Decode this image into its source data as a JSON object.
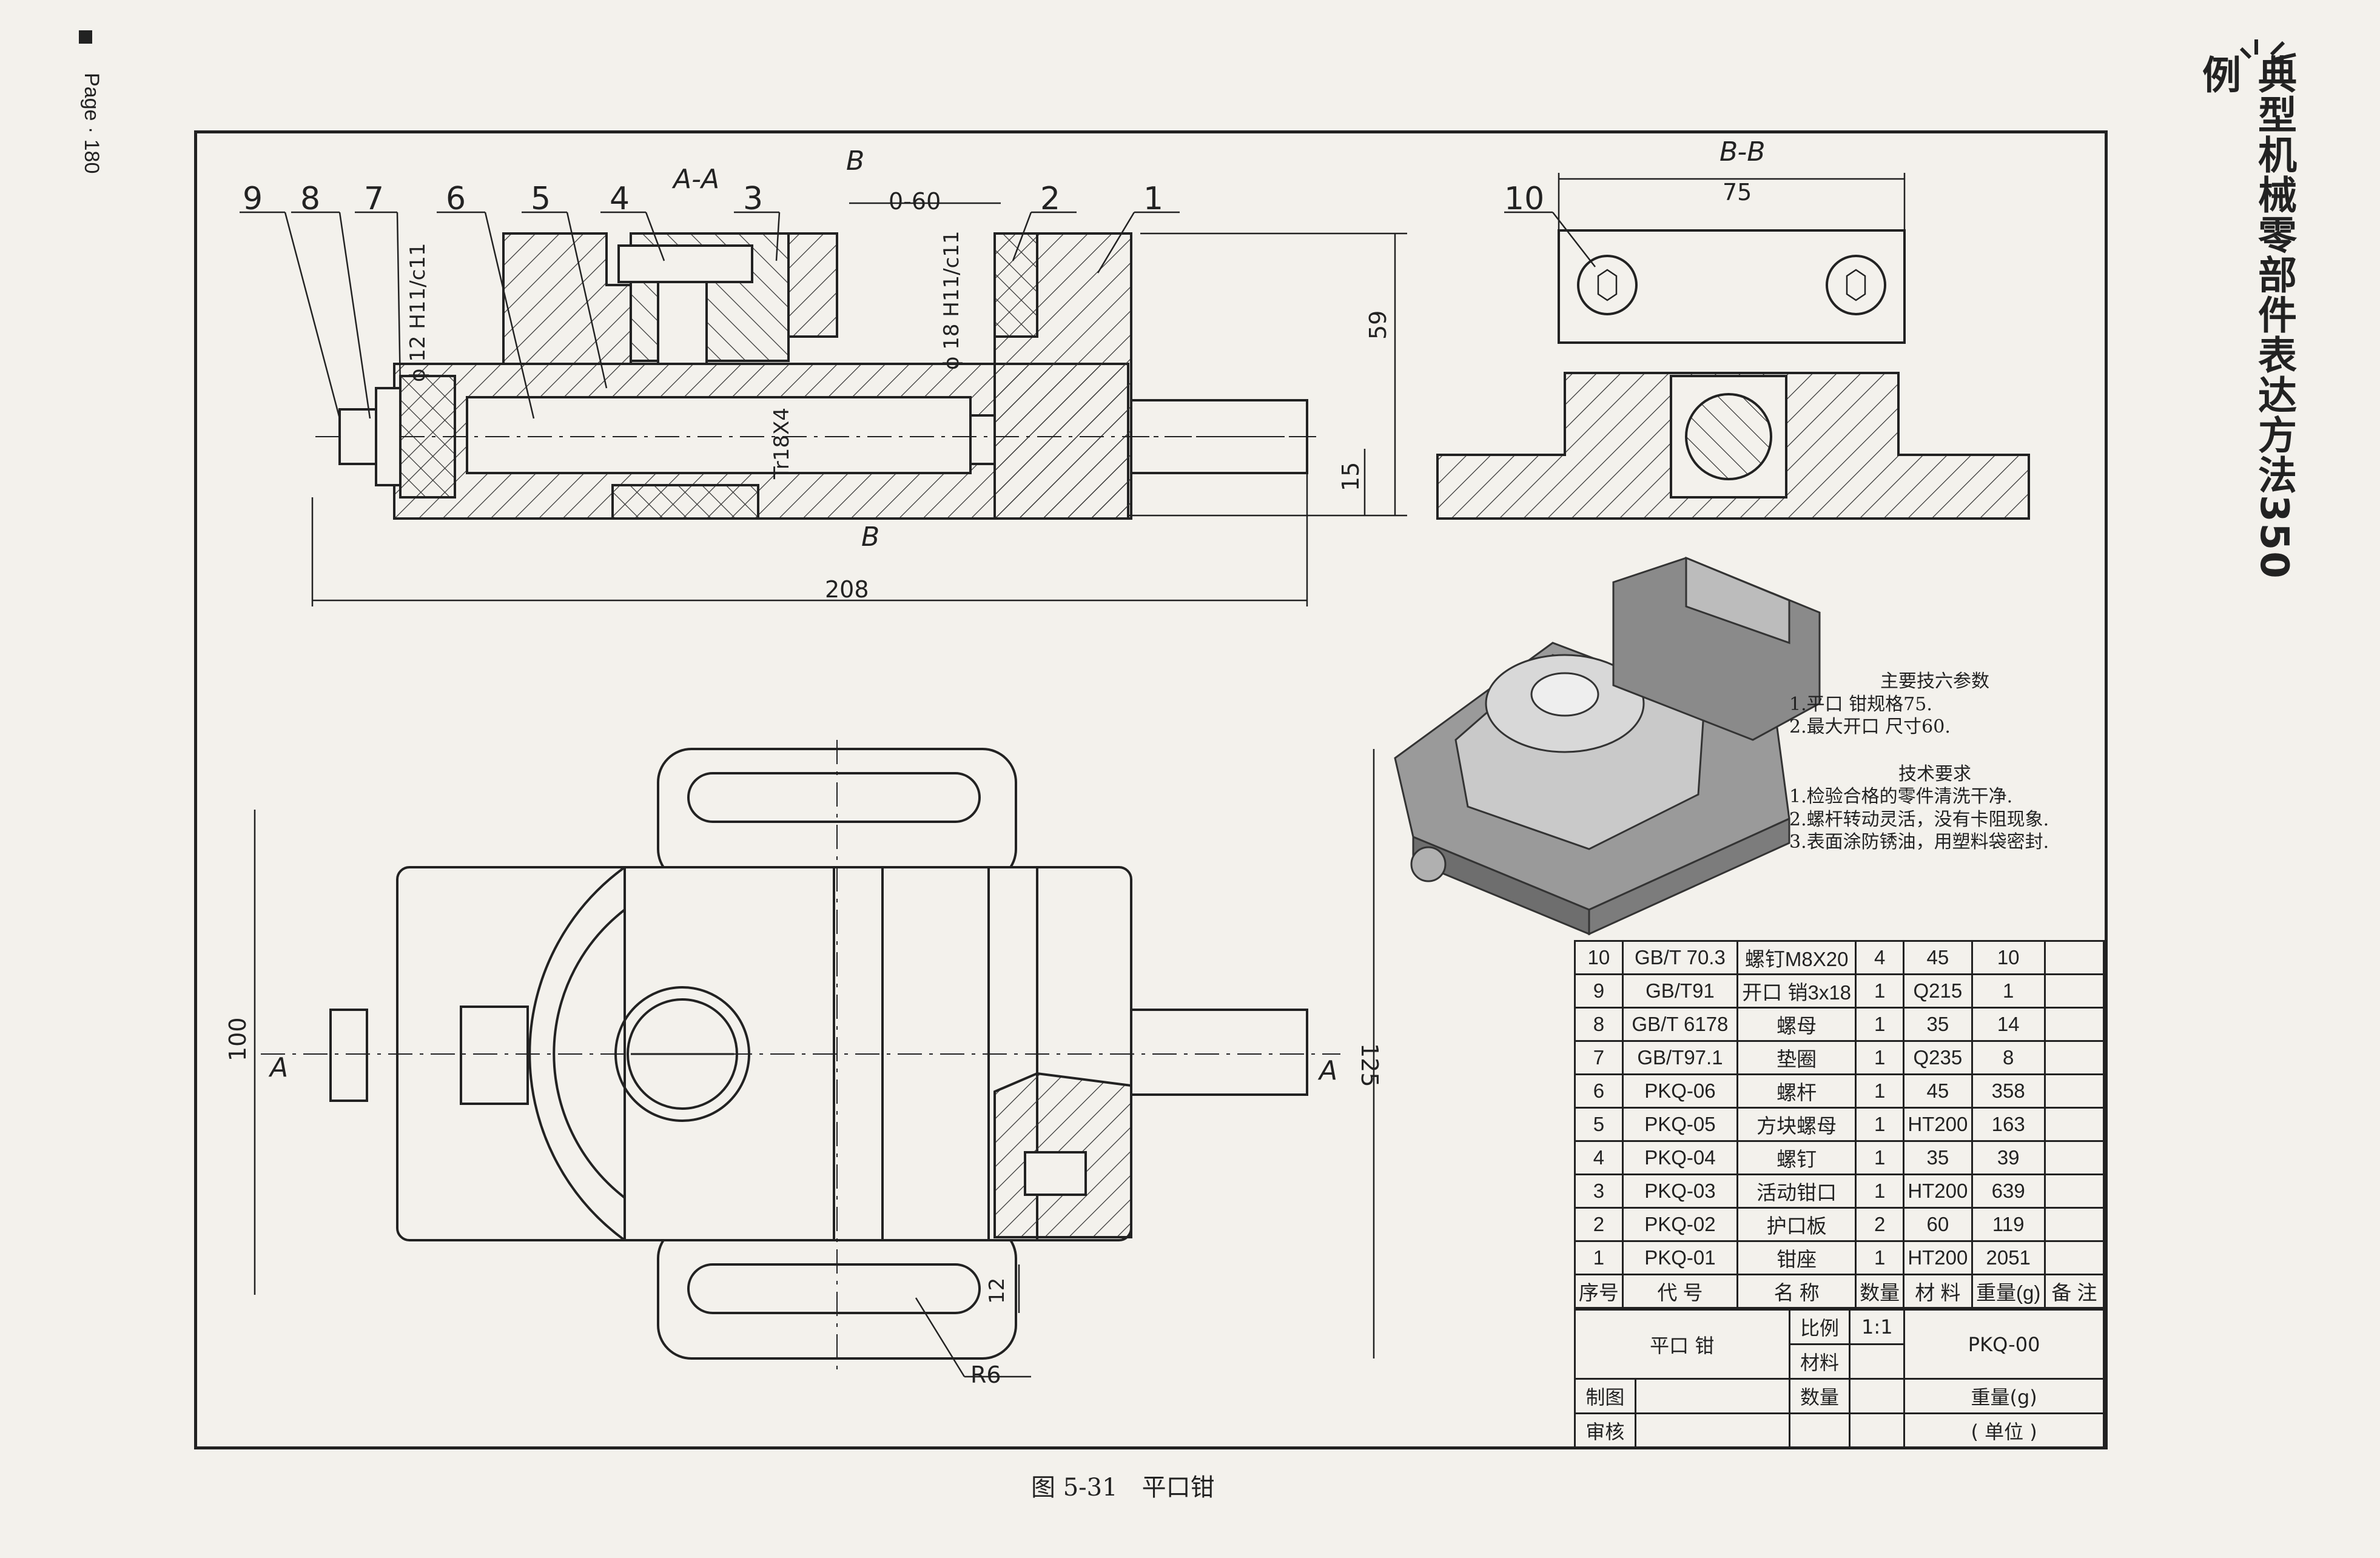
{
  "page": {
    "page_number": "Page · 180",
    "book_title": "典型机械零部件表达方法350例"
  },
  "caption": {
    "label": "图 5-31",
    "title": "平口钳"
  },
  "views": {
    "section_aa": {
      "title": "A-A",
      "section_b_label": "B",
      "dims": {
        "opening": "0-60",
        "height": "59",
        "lower": "15",
        "length": "208",
        "dia12": "ϕ 12 H11/c11",
        "dia18": "ϕ 18 H11/c11",
        "thread": "Tr18X4"
      },
      "callouts": [
        "9",
        "8",
        "7",
        "6",
        "5",
        "4",
        "3",
        "2",
        "1"
      ]
    },
    "section_bb": {
      "title": "B-B",
      "width_dim": "75",
      "callout": "10"
    },
    "plan": {
      "dims": {
        "width100": "100",
        "width125": "125",
        "slot12": "12",
        "radius": "R6"
      },
      "section_label": "A"
    }
  },
  "notes": {
    "params_title": "主要技六参数",
    "params": [
      "1.平口 钳规格75.",
      "2.最大开口 尺寸60."
    ],
    "req_title": "技术要求",
    "reqs": [
      "1.检验合格的零件清洗干净.",
      "2.螺杆转动灵活，没有卡阻现象.",
      "3.表面涂防锈油，用塑料袋密封."
    ]
  },
  "parts_list": {
    "rows": [
      {
        "no": "10",
        "code": "GB/T 70.3",
        "name": "螺钉M8X20",
        "qty": "4",
        "material": "45",
        "weight": "10",
        "remark": ""
      },
      {
        "no": "9",
        "code": "GB/T91",
        "name": "开口 销3x18",
        "qty": "1",
        "material": "Q215",
        "weight": "1",
        "remark": ""
      },
      {
        "no": "8",
        "code": "GB/T 6178",
        "name": "螺母",
        "qty": "1",
        "material": "35",
        "weight": "14",
        "remark": ""
      },
      {
        "no": "7",
        "code": "GB/T97.1",
        "name": "垫圈",
        "qty": "1",
        "material": "Q235",
        "weight": "8",
        "remark": ""
      },
      {
        "no": "6",
        "code": "PKQ-06",
        "name": "螺杆",
        "qty": "1",
        "material": "45",
        "weight": "358",
        "remark": ""
      },
      {
        "no": "5",
        "code": "PKQ-05",
        "name": "方块螺母",
        "qty": "1",
        "material": "HT200",
        "weight": "163",
        "remark": ""
      },
      {
        "no": "4",
        "code": "PKQ-04",
        "name": "螺钉",
        "qty": "1",
        "material": "35",
        "weight": "39",
        "remark": ""
      },
      {
        "no": "3",
        "code": "PKQ-03",
        "name": "活动钳口",
        "qty": "1",
        "material": "HT200",
        "weight": "639",
        "remark": ""
      },
      {
        "no": "2",
        "code": "PKQ-02",
        "name": "护口板",
        "qty": "2",
        "material": "60",
        "weight": "119",
        "remark": ""
      },
      {
        "no": "1",
        "code": "PKQ-01",
        "name": "钳座",
        "qty": "1",
        "material": "HT200",
        "weight": "2051",
        "remark": ""
      }
    ],
    "headers": {
      "no": "序号",
      "code": "代 号",
      "name": "名 称",
      "qty": "数量",
      "material": "材 料",
      "weight": "重量(g)",
      "remark": "备 注"
    }
  },
  "title_block": {
    "part_name": "平口 钳",
    "scale_label": "比例",
    "scale": "1:1",
    "drawing_no": "PKQ-00",
    "material_label": "材料",
    "qty_label": "数量",
    "weight_label": "重量(g)",
    "drawn_label": "制图",
    "checked_label": "审核",
    "unit_label": "( 单位 )"
  }
}
